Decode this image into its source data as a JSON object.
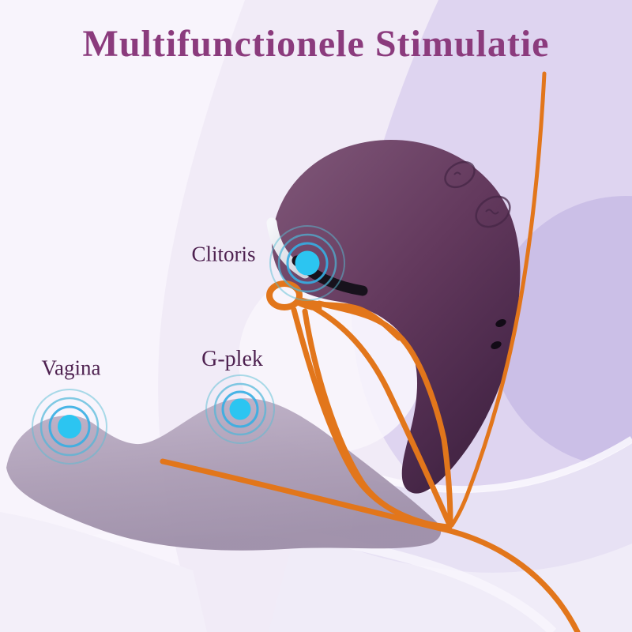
{
  "title": "Multifunctionele Stimulatie",
  "annotations": {
    "clitoris": "Clitoris",
    "vagina": "Vagina",
    "g_spot": "G-plek"
  },
  "colors": {
    "title": "#8b3b7d",
    "label": "#4e2150",
    "device_purple": "#5d3558",
    "device_shaft": "#a99bb3",
    "target_cyan": "#2cc5f1",
    "ripple_blue": "#3aa9df",
    "wave_orange": "#e2761b",
    "background_lavender": "#f1ebf7",
    "band_silver": "#eef0f4",
    "band_black": "#17121c"
  }
}
